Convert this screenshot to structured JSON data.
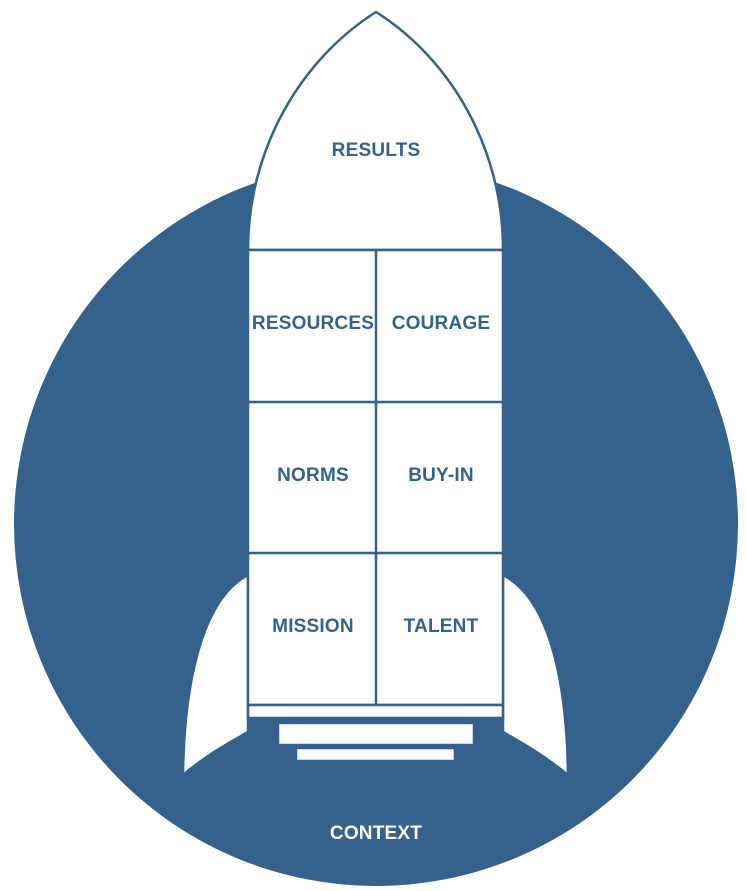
{
  "colors": {
    "background": "#ffffff",
    "circle": "#35618d",
    "rocket_fill": "#ffffff",
    "rocket_stroke": "#35618d",
    "label_on_rocket": "#35618d",
    "label_on_circle": "#ffffff"
  },
  "labels": {
    "results": "RESULTS",
    "resources": "RESOURCES",
    "courage": "COURAGE",
    "norms": "NORMS",
    "buy_in": "BUY-IN",
    "mission": "MISSION",
    "talent": "TALENT",
    "context": "CONTEXT"
  }
}
